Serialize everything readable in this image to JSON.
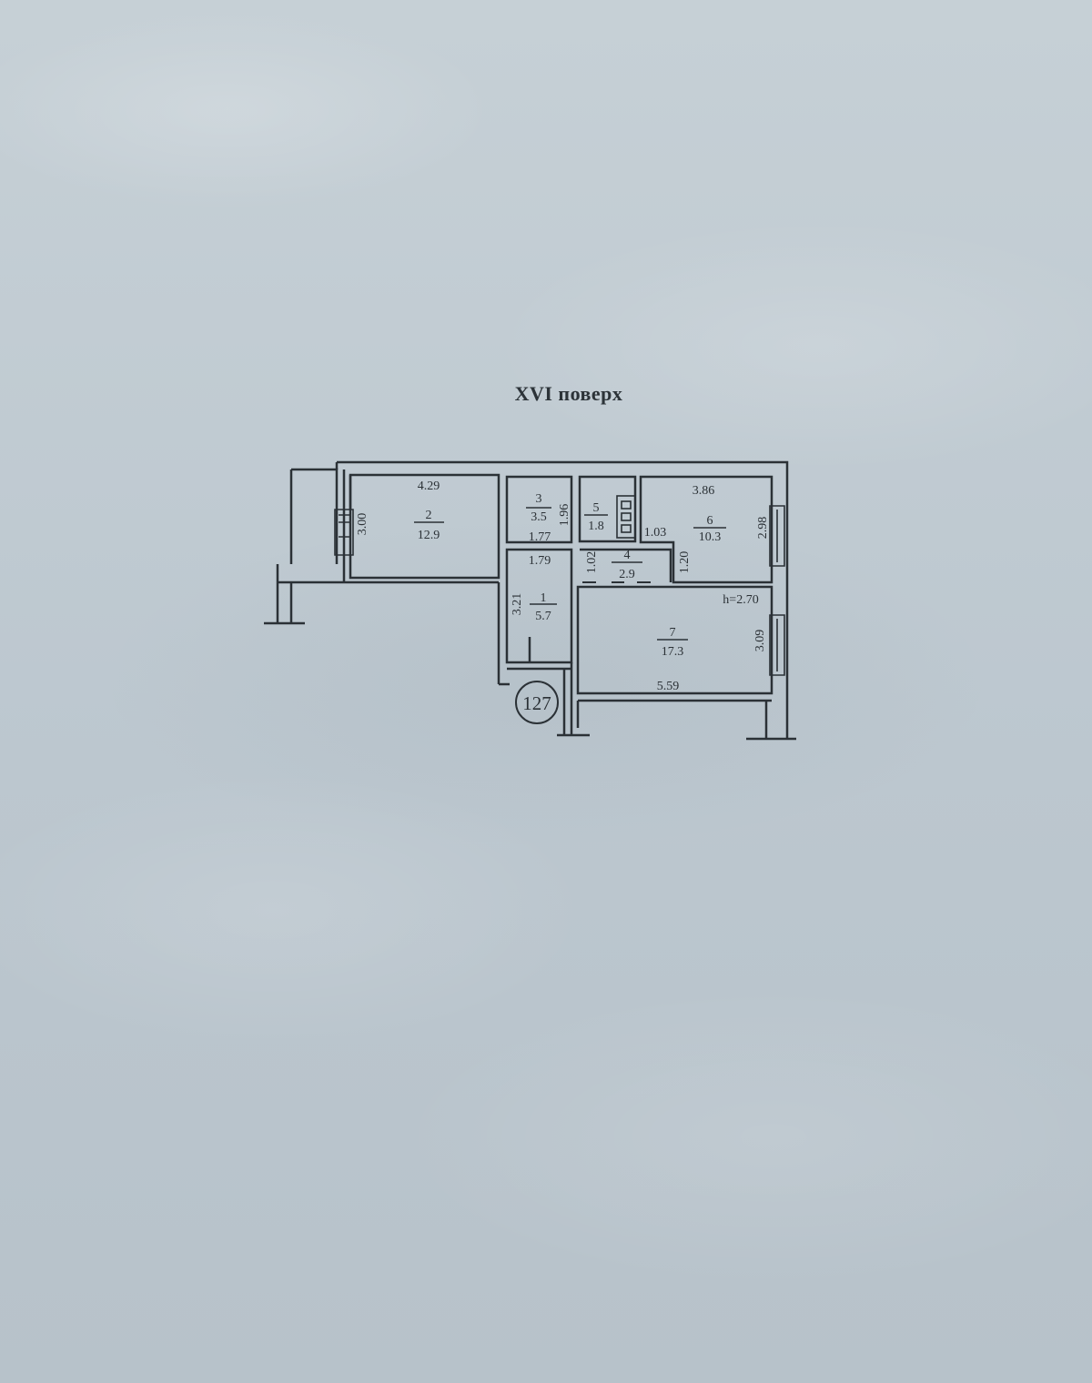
{
  "floor_title": "XVI поверх",
  "apartment_number": "127",
  "rooms": [
    {
      "number": "1",
      "area": "5.7"
    },
    {
      "number": "2",
      "area": "12.9"
    },
    {
      "number": "3",
      "area": "3.5"
    },
    {
      "number": "4",
      "area": "2.9"
    },
    {
      "number": "5",
      "area": "1.8"
    },
    {
      "number": "6",
      "area": "10.3"
    },
    {
      "number": "7",
      "area": "17.3"
    }
  ],
  "dimensions": {
    "room2_width": "4.29",
    "room2_depth": "3.00",
    "room3_width": "1.77",
    "room3_depth": "1.96",
    "room1_width": "1.79",
    "room1_depth": "3.21",
    "room4_left": "1.02",
    "room4_right": "1.20",
    "room6_width": "3.86",
    "room6_depth": "2.98",
    "room6_opening": "1.03",
    "room7_width": "5.59",
    "room7_depth": "3.09"
  },
  "ceiling_height": "h=2.70",
  "colors": {
    "paper": "#c2ccd3",
    "ink": "#2b3136"
  }
}
